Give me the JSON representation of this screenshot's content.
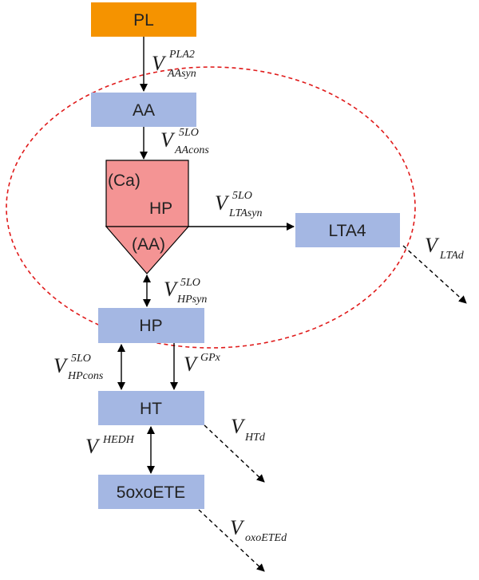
{
  "nodes": {
    "pl": "PL",
    "aa": "AA",
    "enzyme_ca": "(Ca)",
    "enzyme_hp": "HP",
    "enzyme_aa": "(AA)",
    "lta4": "LTA4",
    "hp": "HP",
    "ht": "HT",
    "oxoete": "5oxoETE"
  },
  "rates": {
    "aasyn": {
      "v": "V",
      "sup": "PLA2",
      "sub": "AAsyn"
    },
    "aacons": {
      "v": "V",
      "sup": "5LO",
      "sub": "AAcons"
    },
    "ltasyn": {
      "v": "V",
      "sup": "5LO",
      "sub": "LTAsyn"
    },
    "ltad": {
      "v": "V",
      "sup": "",
      "sub": "LTAd"
    },
    "hpsyn": {
      "v": "V",
      "sup": "5LO",
      "sub": "HPsyn"
    },
    "hpcons": {
      "v": "V",
      "sup": "5LO",
      "sub": "HPcons"
    },
    "gpx": {
      "v": "V",
      "sup": "GPx",
      "sub": ""
    },
    "hedh": {
      "v": "V",
      "sup": "HEDH",
      "sub": ""
    },
    "htd": {
      "v": "V",
      "sup": "",
      "sub": "HTd"
    },
    "oxoeted": {
      "v": "V",
      "sup": "",
      "sub": "oxoETEd"
    }
  },
  "colors": {
    "pl_fill": "#f59300",
    "node_fill": "#a4b7e3",
    "enzyme_fill": "#f49494",
    "ellipse_stroke": "#e01b1b",
    "arrow": "#000000"
  }
}
